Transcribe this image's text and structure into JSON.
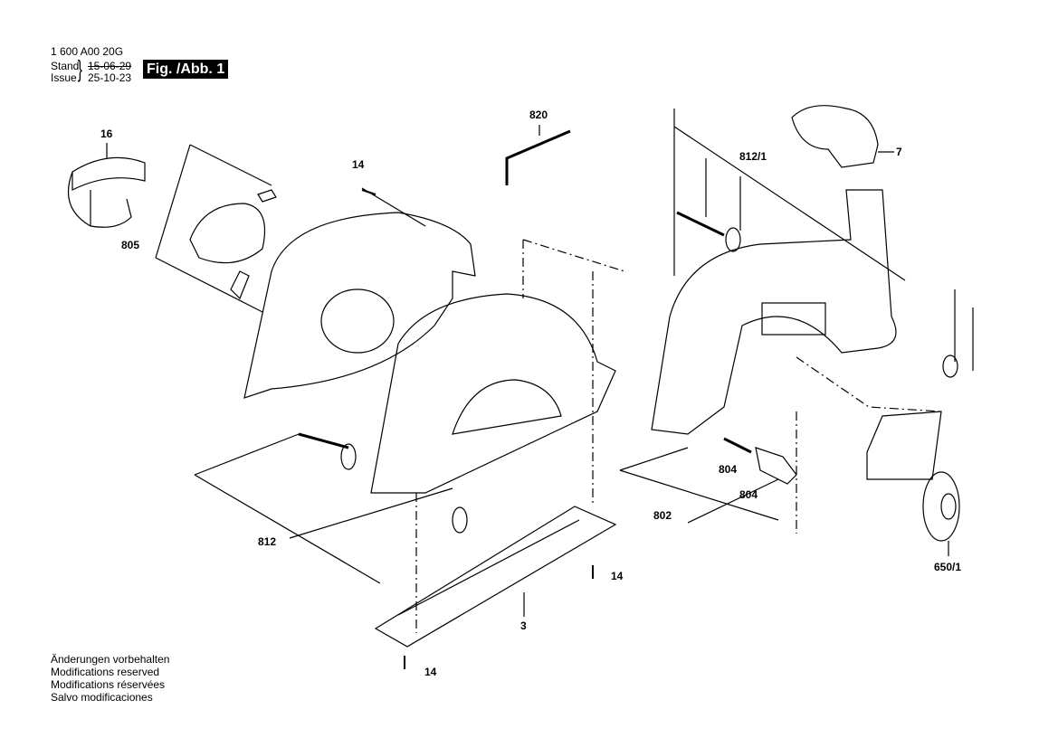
{
  "header": {
    "part_number": "1 600 A00 20G",
    "stand_label": "Stand",
    "issue_label": "Issue",
    "stand_date": "15-06-29",
    "issue_date": "25-10-23",
    "figure_label": "Fig. /Abb. 1"
  },
  "parts": {
    "p16": "16",
    "p805": "805",
    "p14a": "14",
    "p820": "820",
    "p812_1": "812/1",
    "p7": "7",
    "p804a": "804",
    "p804b": "804",
    "p802": "802",
    "p812": "812",
    "p14b": "14",
    "p3": "3",
    "p14c": "14",
    "p650_1": "650/1"
  },
  "notes": [
    "Änderungen vorbehalten",
    "Modifications reserved",
    "Modifications réservées",
    "Salvo modificaciones"
  ]
}
